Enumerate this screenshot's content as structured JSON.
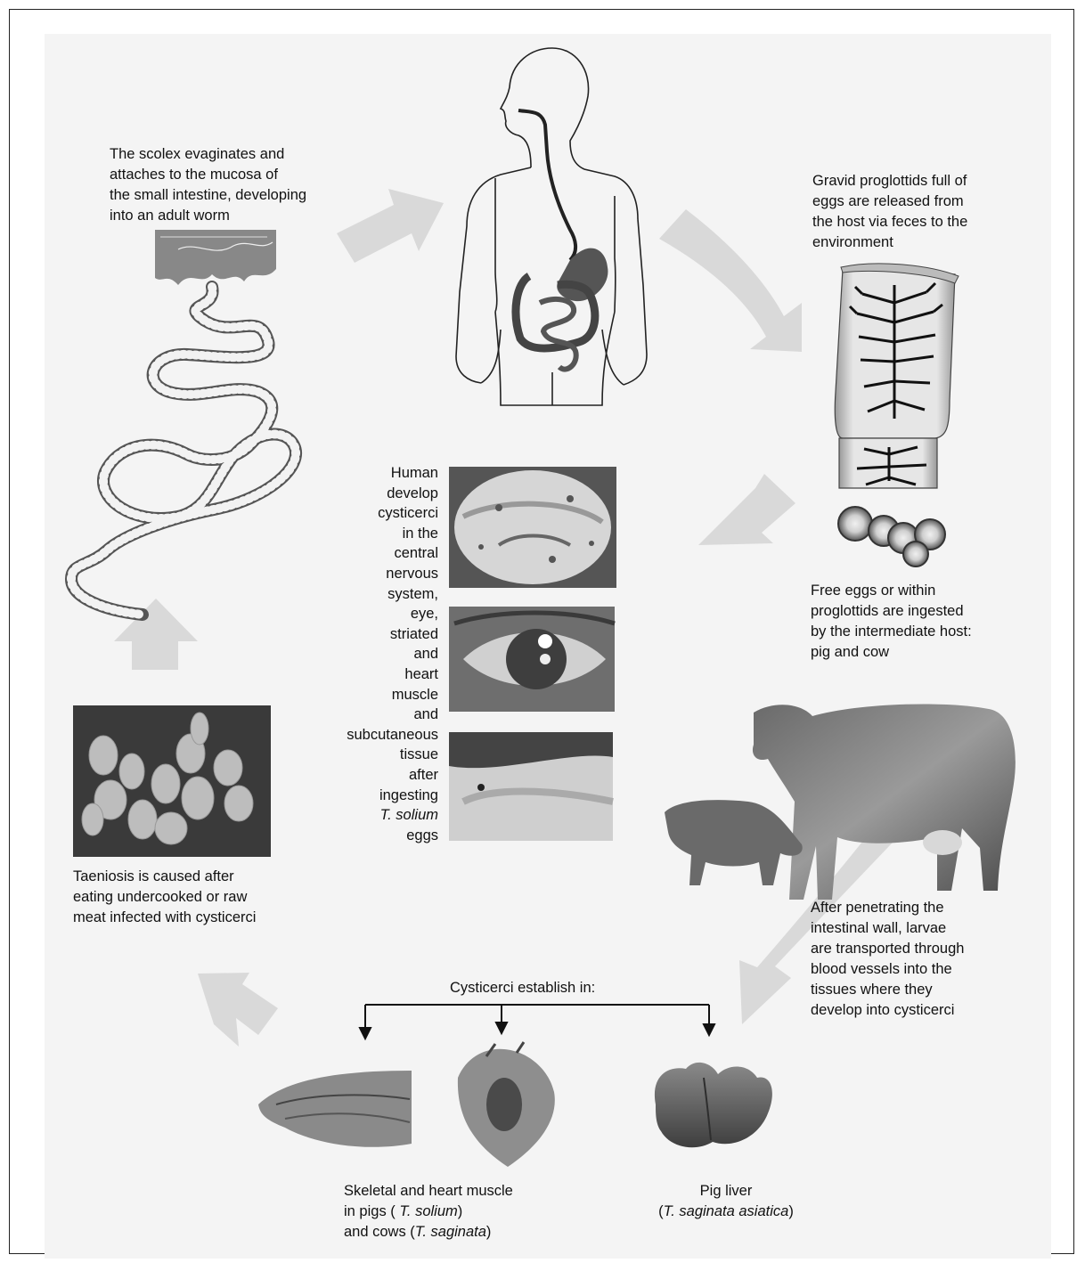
{
  "texts": {
    "scolex_1": "The scolex evaginates and",
    "scolex_2": "attaches to the mucosa of",
    "scolex_3": "the small intestine, developing",
    "scolex_4": "into an adult worm",
    "gravid_1": "Gravid proglottids full of",
    "gravid_2": "eggs are released from",
    "gravid_3": "the host via feces to the",
    "gravid_4": "environment",
    "human_1": "Human",
    "human_2": "develop",
    "human_3": "cysticerci",
    "human_4": "in the",
    "human_5": "central",
    "human_6": "nervous",
    "human_7": "system,",
    "human_8": "eye,",
    "human_9": "striated",
    "human_10": "and",
    "human_11": "heart",
    "human_12": "muscle",
    "human_13": "and",
    "human_14": "subcutaneous",
    "human_15": "tissue",
    "human_16": "after",
    "human_17": "ingesting",
    "human_18": "T. solium",
    "human_19": "eggs",
    "free_1": "Free eggs or within",
    "free_2": "proglottids are ingested",
    "free_3": "by the intermediate host:",
    "free_4": "pig and cow",
    "taeniosis_1": "Taeniosis is caused after",
    "taeniosis_2": "eating undercooked or raw",
    "taeniosis_3": "meat infected with cysticerci",
    "penetrate_1": "After penetrating the",
    "penetrate_2": "intestinal wall, larvae",
    "penetrate_3": "are transported through",
    "penetrate_4": "blood vessels into the",
    "penetrate_5": "tissues where they",
    "penetrate_6": "develop into cysticerci",
    "establish": "Cysticerci establish in:",
    "muscle_1": "Skeletal and heart muscle",
    "muscle_2a": "in pigs ( ",
    "muscle_2b": "T. solium",
    "muscle_2c": ")",
    "muscle_3a": "and cows (",
    "muscle_3b": "T. saginata",
    "muscle_3c": ")",
    "liver_1": "Pig liver",
    "liver_2a": "(",
    "liver_2b": "T. saginata asiatica",
    "liver_2c": ")"
  },
  "colors": {
    "background": "#f4f4f4",
    "arrow": "#d9d9d9",
    "ink": "#111111"
  },
  "icons": [
    "human-body-icon",
    "tapeworm-icon",
    "proglottid-icon",
    "eggs-icon",
    "cow-icon",
    "pig-icon",
    "muscle-meat-icon",
    "heart-icon",
    "pig-liver-icon",
    "brain-mri-photo",
    "eye-photo",
    "skin-photo",
    "cysticerci-photo",
    "intestine-mucosa-icon"
  ]
}
